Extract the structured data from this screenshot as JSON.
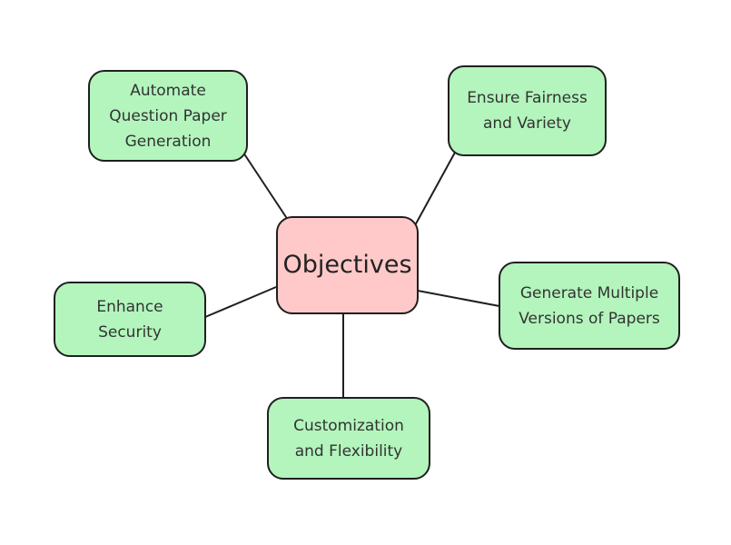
{
  "diagram": {
    "colors": {
      "center_fill": "#ffc9c9",
      "leaf_fill": "#b3f5bc",
      "stroke": "#1f1f1f"
    },
    "center": {
      "label": "Objectives"
    },
    "nodes": [
      {
        "id": "automate",
        "label": "Automate\nQuestion Paper\nGeneration"
      },
      {
        "id": "fairness",
        "label": "Ensure Fairness\nand Variety"
      },
      {
        "id": "security",
        "label": "Enhance\nSecurity"
      },
      {
        "id": "versions",
        "label": "Generate Multiple\nVersions of Papers"
      },
      {
        "id": "customization",
        "label": "Customization\nand Flexibility"
      }
    ],
    "edges": [
      {
        "from": "center",
        "to": "automate"
      },
      {
        "from": "center",
        "to": "fairness"
      },
      {
        "from": "center",
        "to": "security"
      },
      {
        "from": "center",
        "to": "versions"
      },
      {
        "from": "center",
        "to": "customization"
      }
    ]
  }
}
